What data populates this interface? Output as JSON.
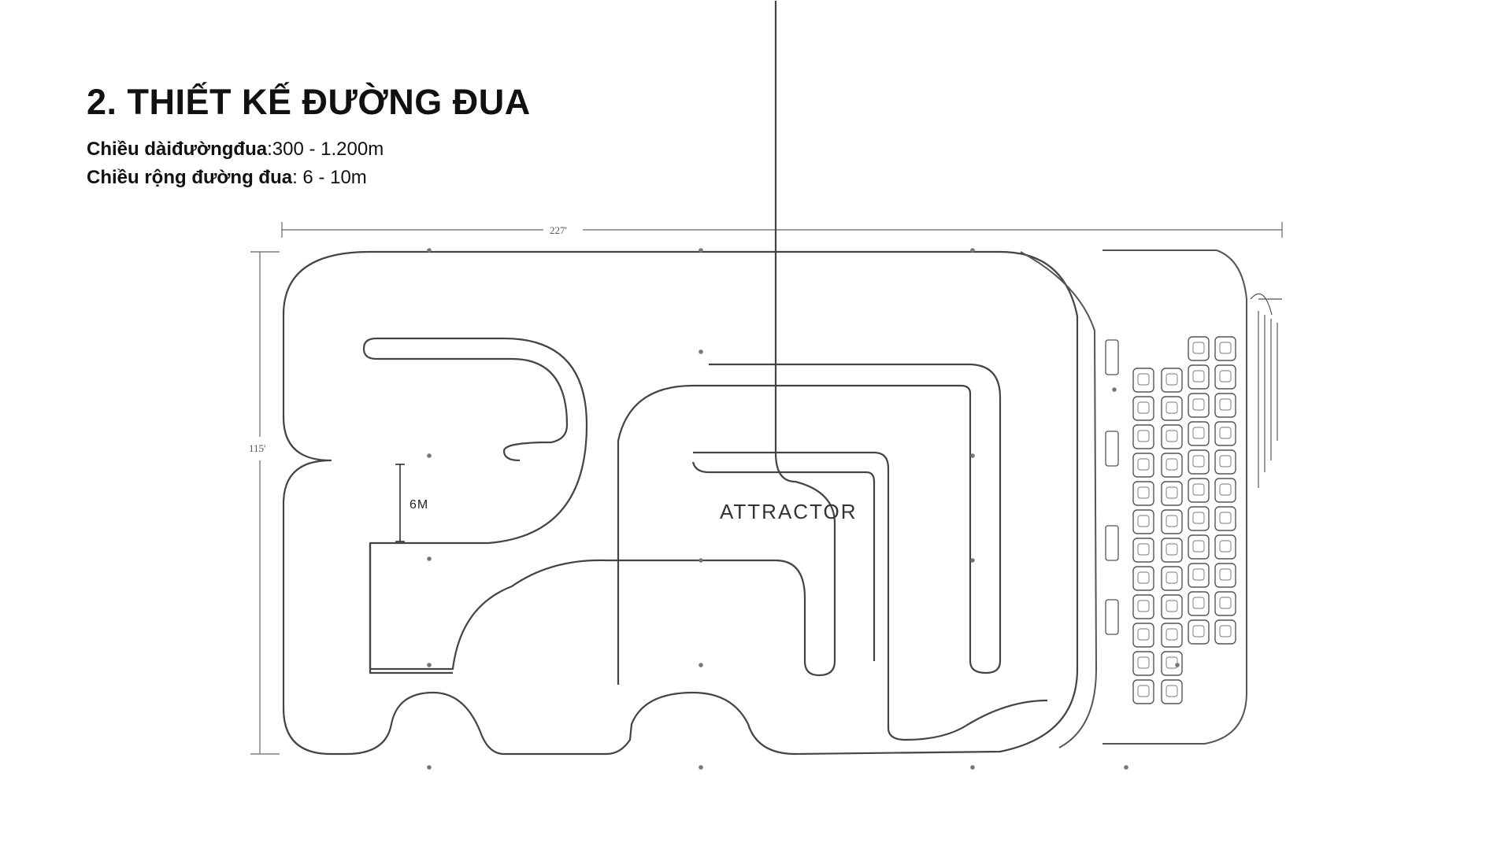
{
  "title": "2. THIẾT KẾ ĐƯỜNG ĐUA",
  "specs": [
    {
      "label": "Chiều dàiđườngđua",
      "value": ":300 - 1.200m"
    },
    {
      "label": "Chiều rộng đường đua",
      "value": ": 6 - 10m"
    }
  ],
  "diagram": {
    "overall_length": "227'",
    "overall_width": "115'",
    "track_width_marker": "6M",
    "brand": "ATTRACTOR"
  }
}
